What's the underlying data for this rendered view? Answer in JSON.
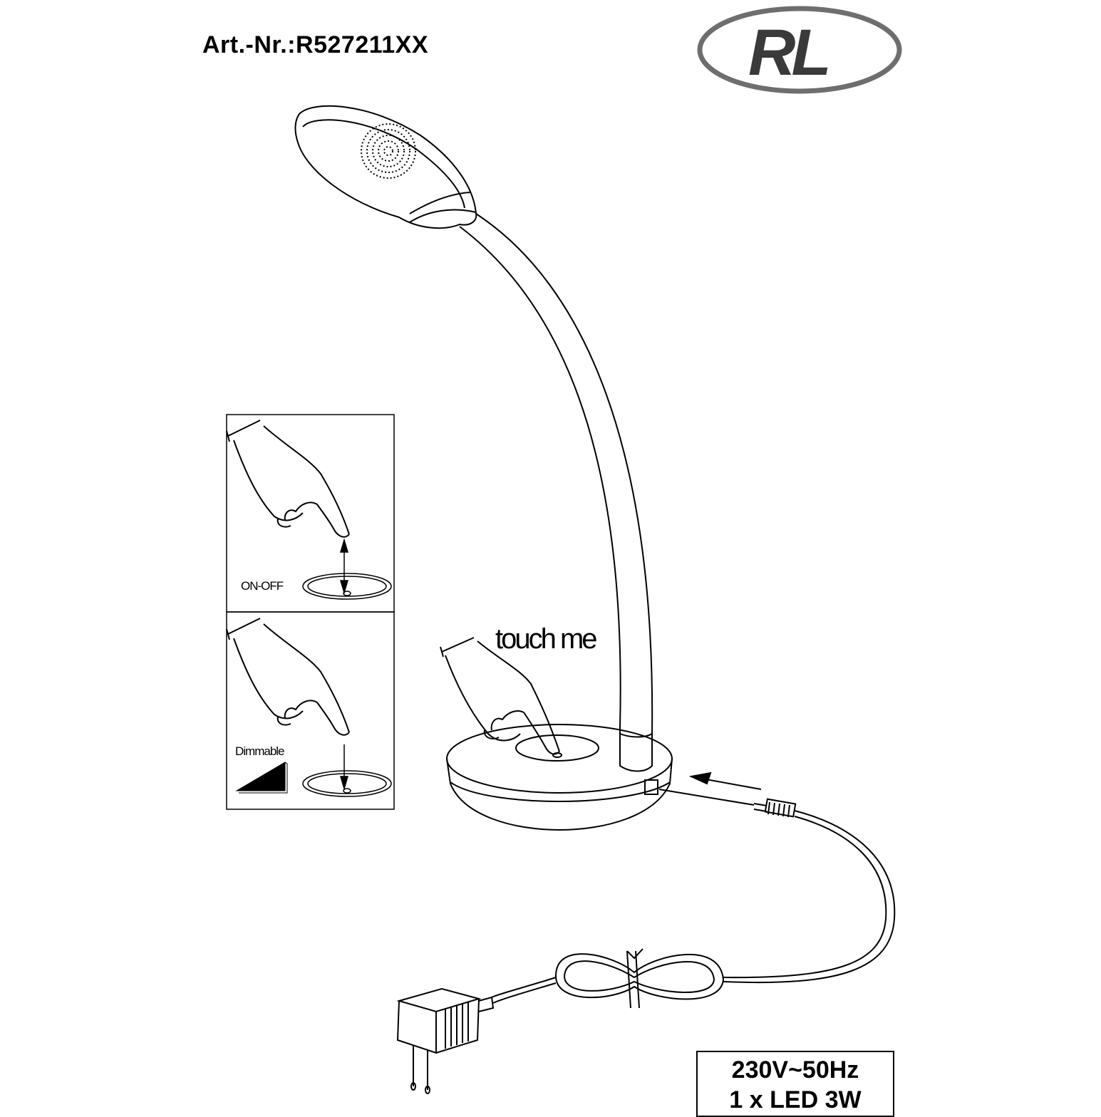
{
  "header": {
    "article_number": "Art.-Nr.:R527211XX",
    "logo_text": "RL"
  },
  "instructions": {
    "panel_top_label": "ON-OFF",
    "panel_bottom_label": "Dimmable",
    "touch_label": "touch me"
  },
  "specs": {
    "line1": "230V~50Hz",
    "line2": "1 x LED 3W"
  },
  "colors": {
    "line": "#000000",
    "logo_fill": "#3a3a3a",
    "logo_ring": "#6e6e6e"
  }
}
